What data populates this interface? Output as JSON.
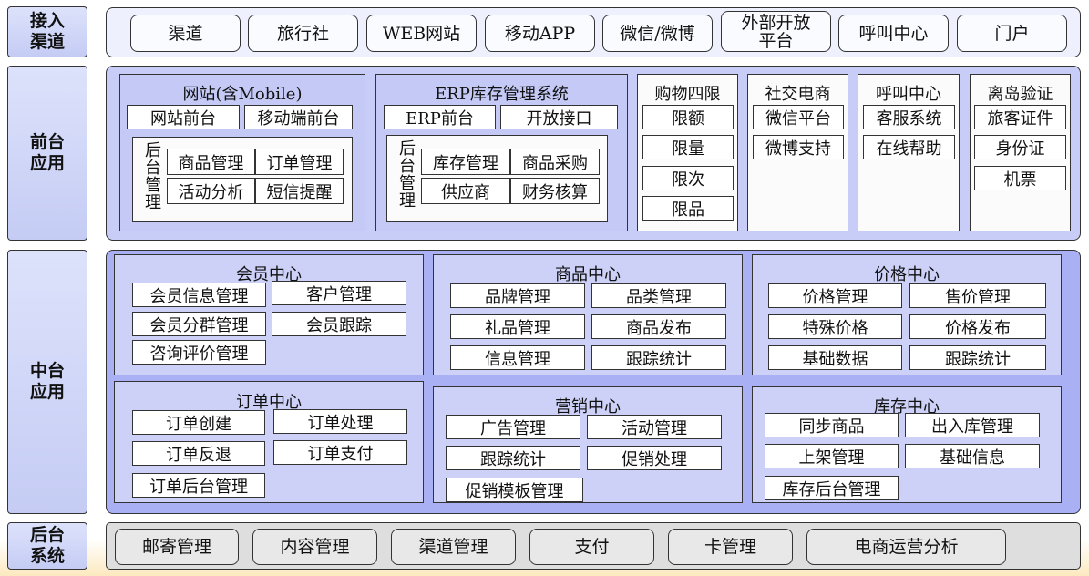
{
  "rows": {
    "channel": "接入\n渠道",
    "front": "前台\n应用",
    "middle": "中台\n应用",
    "back": "后台\n系统"
  },
  "channels": [
    "渠道",
    "旅行社",
    "WEB网站",
    "移动APP",
    "微信/微博",
    "外部开放\n平台",
    "呼叫中心",
    "门户"
  ],
  "front": {
    "website": {
      "title": "网站(含Mobile)",
      "top": [
        "网站前台",
        "移动端前台"
      ],
      "back_label": "后\n台\n管\n理",
      "grid": [
        "商品管理",
        "订单管理",
        "活动分析",
        "短信提醒"
      ]
    },
    "erp": {
      "title": "ERP库存管理系统",
      "top": [
        "ERP前台",
        "开放接口"
      ],
      "back_label": "后\n台\n管\n理",
      "grid": [
        "库存管理",
        "商品采购",
        "供应商",
        "财务核算"
      ]
    },
    "shopping": {
      "title": "购物四限",
      "items": [
        "限额",
        "限量",
        "限次",
        "限品"
      ]
    },
    "social": {
      "title": "社交电商",
      "items": [
        "微信平台",
        "微博支持"
      ]
    },
    "callcenter": {
      "title": "呼叫中心",
      "items": [
        "客服系统",
        "在线帮助"
      ]
    },
    "island": {
      "title": "离岛验证",
      "items": [
        "旅客证件",
        "身份证",
        "机票"
      ]
    }
  },
  "middle": {
    "member": {
      "title": "会员中心",
      "items": [
        "会员信息管理",
        "客户管理",
        "会员分群管理",
        "会员跟踪",
        "咨询评价管理"
      ]
    },
    "product": {
      "title": "商品中心",
      "items": [
        "品牌管理",
        "品类管理",
        "礼品管理",
        "商品发布",
        "信息管理",
        "跟踪统计"
      ]
    },
    "price": {
      "title": "价格中心",
      "items": [
        "价格管理",
        "售价管理",
        "特殊价格",
        "价格发布",
        "基础数据",
        "跟踪统计"
      ]
    },
    "order": {
      "title": "订单中心",
      "items": [
        "订单创建",
        "订单处理",
        "订单反退",
        "订单支付",
        "订单后台管理"
      ]
    },
    "marketing": {
      "title": "营销中心",
      "items": [
        "广告管理",
        "活动管理",
        "跟踪统计",
        "促销处理",
        "促销模板管理"
      ]
    },
    "inventory": {
      "title": "库存中心",
      "items": [
        "同步商品",
        "出入库管理",
        "上架管理",
        "基础信息",
        "库存后台管理"
      ]
    }
  },
  "back": [
    "邮寄管理",
    "内容管理",
    "渠道管理",
    "支付",
    "卡管理",
    "电商运营分析"
  ]
}
